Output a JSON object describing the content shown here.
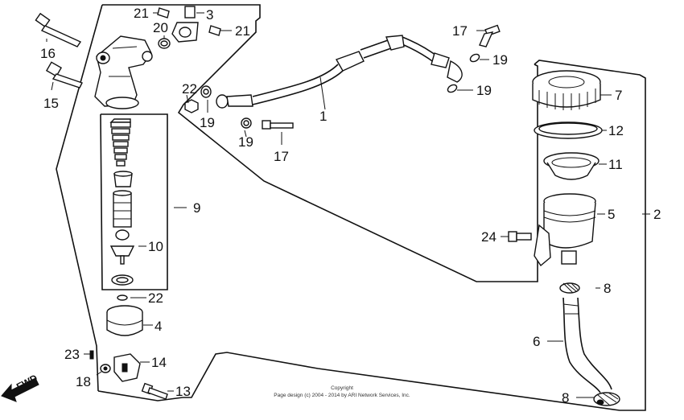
{
  "diagram": {
    "callouts": {
      "c1": "1",
      "c2": "2",
      "c3": "3",
      "c4": "4",
      "c5": "5",
      "c6": "6",
      "c7": "7",
      "c8a": "8",
      "c8b": "8",
      "c9": "9",
      "c10": "10",
      "c11": "11",
      "c12": "12",
      "c13": "13",
      "c14": "14",
      "c15": "15",
      "c16": "16",
      "c17a": "17",
      "c17b": "17",
      "c18": "18",
      "c19a": "19",
      "c19b": "19",
      "c19c": "19",
      "c19d": "19",
      "c20": "20",
      "c21a": "21",
      "c21b": "21",
      "c22a": "22",
      "c22b": "22",
      "c23": "23",
      "c24": "24"
    },
    "direction_label": "FWD",
    "copyright_line1": "Copyright",
    "copyright_line2": "Page design (c) 2004 - 2014 by ARI Network Services, Inc."
  }
}
